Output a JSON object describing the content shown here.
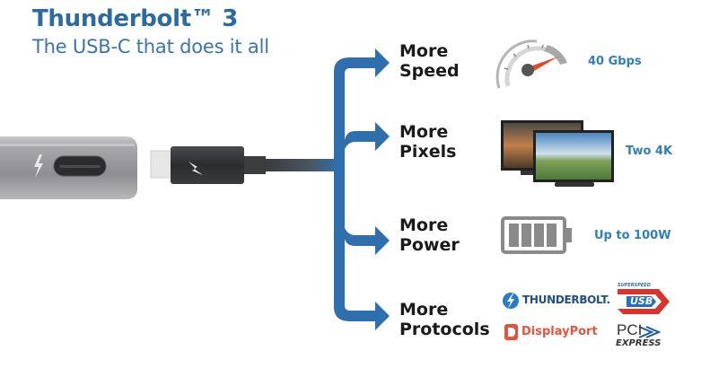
{
  "header": {
    "title": "Thunderbolt™ 3",
    "subtitle": "The USB-C that does it all"
  },
  "branches": [
    {
      "label_line1": "More",
      "label_line2": "Speed",
      "icon": "speedometer-icon",
      "value": "40 Gbps"
    },
    {
      "label_line1": "More",
      "label_line2": "Pixels",
      "icon": "dual-monitor-icon",
      "value": "Two 4K"
    },
    {
      "label_line1": "More",
      "label_line2": "Power",
      "icon": "battery-icon",
      "value": "Up to 100W"
    },
    {
      "label_line1": "More",
      "label_line2": "Protocols",
      "icon": "protocol-logos",
      "value": ""
    }
  ],
  "protocols": {
    "thunderbolt": "THUNDERBOLT.",
    "usb_top": "SUPERSPEED",
    "usb": "USB",
    "displayport": "DisplayPort",
    "pci": "PCI",
    "pci_express": "EXPRESS"
  },
  "colors": {
    "accent_blue": "#2f6fad",
    "title_blue": "#2d6aa0",
    "value_blue": "#2e7fb8",
    "gauge_needle": "#e8442a",
    "displayport_red": "#e2553b",
    "usb_red": "#d7332f",
    "usb_blue": "#2a6fb6"
  }
}
